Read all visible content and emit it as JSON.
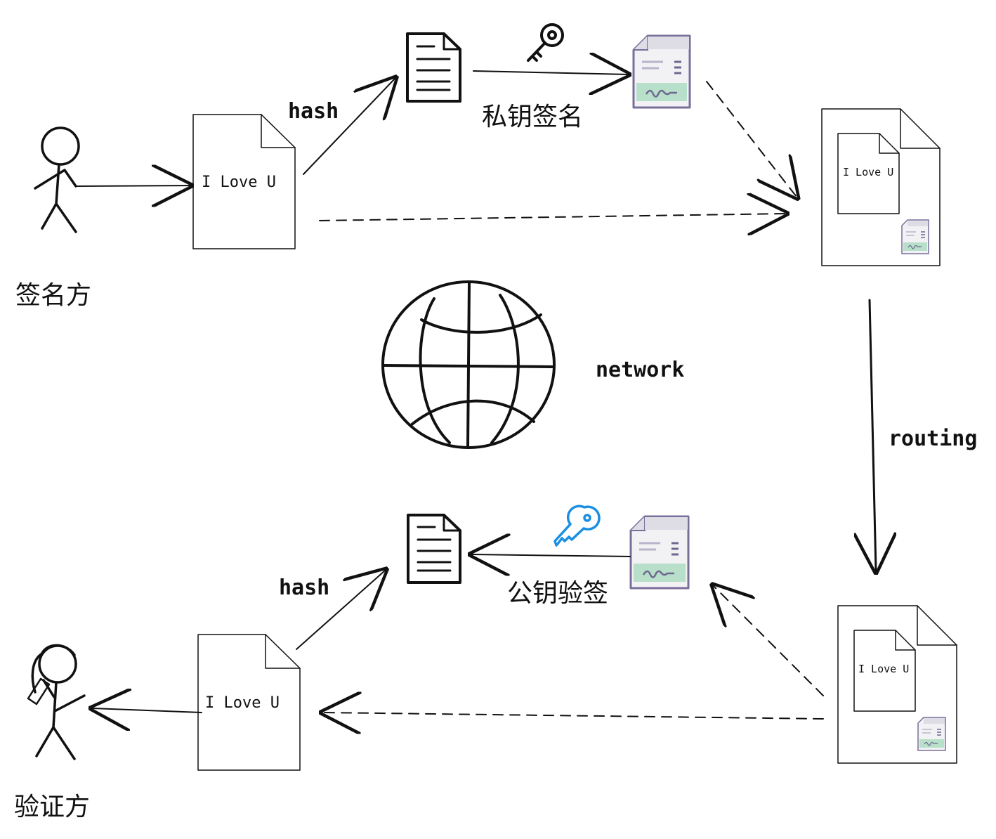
{
  "signer": {
    "label": "签名方"
  },
  "verifier": {
    "label": "验证方"
  },
  "documents": {
    "signer_doc": "I Love U",
    "signed_package_top": "I Love U",
    "signed_package_bottom": "I Love U",
    "verifier_doc": "I Love U"
  },
  "labels": {
    "hash_top": "hash",
    "hash_bottom": "hash",
    "private_key_sign": "私钥签名",
    "public_key_verify": "公钥验签",
    "network": "network",
    "routing": "routing"
  },
  "colors": {
    "ink": "#111111",
    "signature_card_border": "#7a6f9b",
    "signature_card_fill": "#f2f2f4",
    "signature_band": "#b7dfc9",
    "public_key": "#1a8fe3"
  },
  "icons": [
    "stick-figure-icon",
    "document-icon",
    "hash-digest-icon",
    "private-key-icon",
    "signature-card-icon",
    "globe-icon",
    "public-key-icon"
  ]
}
